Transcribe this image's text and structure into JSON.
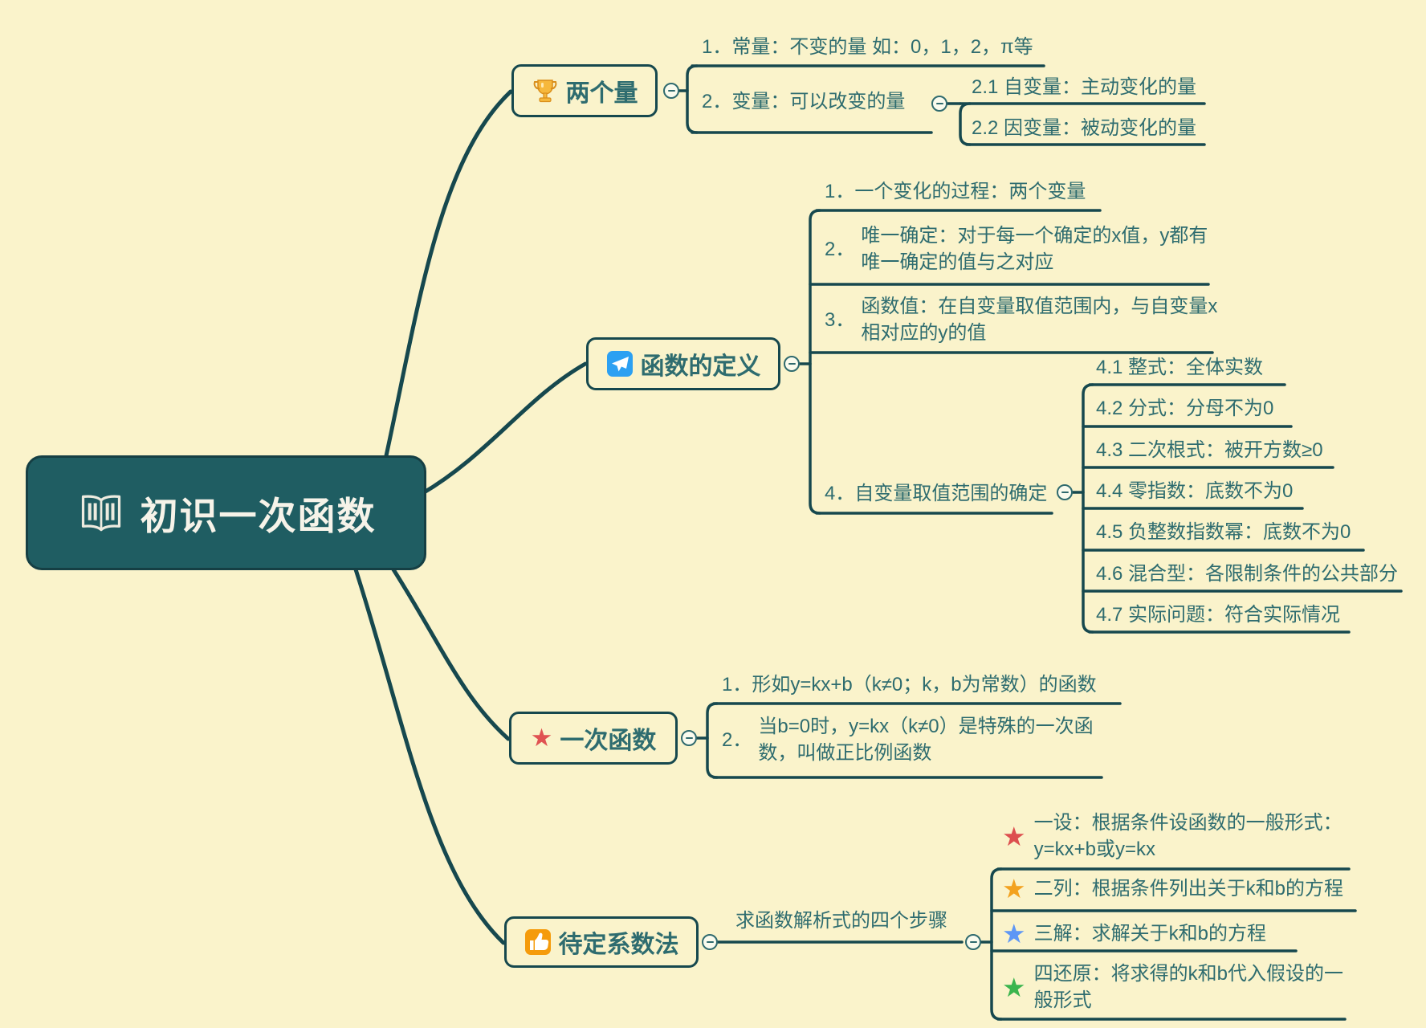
{
  "root": {
    "title": "初识一次函数",
    "icon": "book-icon"
  },
  "icons": {
    "star": "★"
  },
  "colors": {
    "background": "#FAF3CB",
    "line": "#16484E",
    "text": "#2E6C6F",
    "root_fill": "#1F5D62",
    "root_text": "#F6F3E9",
    "trophy_gold": "#F2A93B",
    "plane_blue": "#2CA0F2",
    "thumb_orange": "#F59B0B",
    "star_red": "#DD4F4F",
    "star_orange": "#F3A21F",
    "star_blue": "#5E97F5",
    "star_green": "#3BB54E"
  },
  "branches": [
    {
      "label": "两个量",
      "icon": "trophy-icon",
      "children": [
        {
          "text": "1．常量：不变的量 如：0，1，2，π等"
        },
        {
          "text": "2．变量：可以改变的量",
          "children": [
            {
              "text": "2.1 自变量：主动变化的量"
            },
            {
              "text": "2.2 因变量：被动变化的量"
            }
          ]
        }
      ]
    },
    {
      "label": "函数的定义",
      "icon": "plane-icon",
      "children": [
        {
          "text": "1．一个变化的过程：两个变量"
        },
        {
          "marker": "2．",
          "line1": "唯一确定：对于每一个确定的x值，y都有",
          "line2": "唯一确定的值与之对应"
        },
        {
          "marker": "3．",
          "line1": "函数值：在自变量取值范围内，与自变量x",
          "line2": "相对应的y的值"
        },
        {
          "text": "4．自变量取值范围的确定",
          "children": [
            {
              "text": "4.1 整式：全体实数"
            },
            {
              "text": "4.2 分式：分母不为0"
            },
            {
              "text": "4.3 二次根式：被开方数≥0"
            },
            {
              "text": "4.4 零指数：底数不为0"
            },
            {
              "text": "4.5 负整数指数幂：底数不为0"
            },
            {
              "text": "4.6 混合型：各限制条件的公共部分"
            },
            {
              "text": "4.7 实际问题：符合实际情况"
            }
          ]
        }
      ]
    },
    {
      "label": "一次函数",
      "icon": "star-icon-red",
      "children": [
        {
          "text": "1．形如y=kx+b（k≠0；k，b为常数）的函数"
        },
        {
          "marker": "2．",
          "line1": "当b=0时，y=kx（k≠0）是特殊的一次函",
          "line2": "数，叫做正比例函数"
        }
      ]
    },
    {
      "label": "待定系数法",
      "icon": "thumbs-up-icon",
      "children": [
        {
          "text": "求函数解析式的四个步骤",
          "steps": [
            {
              "star_color": "#DD4F4F",
              "line1": "一设：根据条件设函数的一般形式：",
              "line2": "y=kx+b或y=kx"
            },
            {
              "star_color": "#F3A21F",
              "line1": "二列：根据条件列出关于k和b的方程"
            },
            {
              "star_color": "#5E97F5",
              "line1": "三解：求解关于k和b的方程"
            },
            {
              "star_color": "#3BB54E",
              "line1": "四还原：将求得的k和b代入假设的一",
              "line2": "般形式"
            }
          ]
        }
      ]
    }
  ]
}
